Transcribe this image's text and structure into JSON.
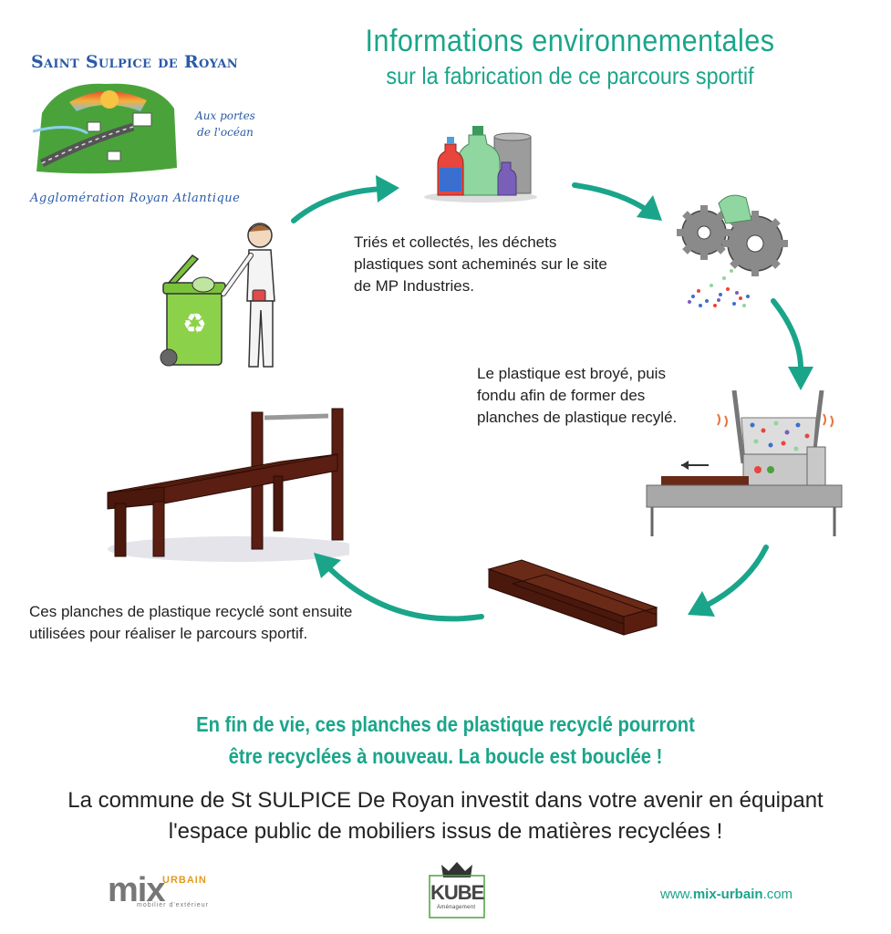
{
  "header": {
    "title": "Informations environnementales",
    "subtitle": "sur la fabrication de ce parcours sportif"
  },
  "logo": {
    "name": "Saint Sulpice de Royan",
    "tagline_1": "Aux portes",
    "tagline_2": "de l'océan",
    "agglomeration": "Agglomération Royan Atlantique"
  },
  "steps": {
    "collect": "Triés et collectés, les déchets plastiques sont acheminés sur le site de MP Industries.",
    "melt": "Le plastique est broyé, puis fondu afin de former des planches de plastique recylé.",
    "use": "Ces planches de plastique recyclé sont ensuite utilisées pour réaliser le parcours sportif."
  },
  "end_of_life": {
    "line1": "En fin de vie, ces planches de plastique recyclé pourront",
    "line2": "être recyclées à nouveau. La boucle est bouclée !"
  },
  "commune": {
    "line1": "La commune de St SULPICE De Royan investit dans votre avenir en équipant",
    "line2": "l'espace public de mobiliers issus de matières recyclées !"
  },
  "footer": {
    "mix_word": "mix",
    "mix_urbain": "URBAIN",
    "mix_sub": "mobilier d'extérieur",
    "kube_word": "KUBE",
    "kube_sub": "Aménagement",
    "website_prefix": "www.",
    "website_name": "mix-urbain",
    "website_suffix": ".com"
  },
  "colors": {
    "accent": "#1aa58a",
    "brand_blue": "#2a5aa8",
    "wood": "#5a1e12"
  }
}
